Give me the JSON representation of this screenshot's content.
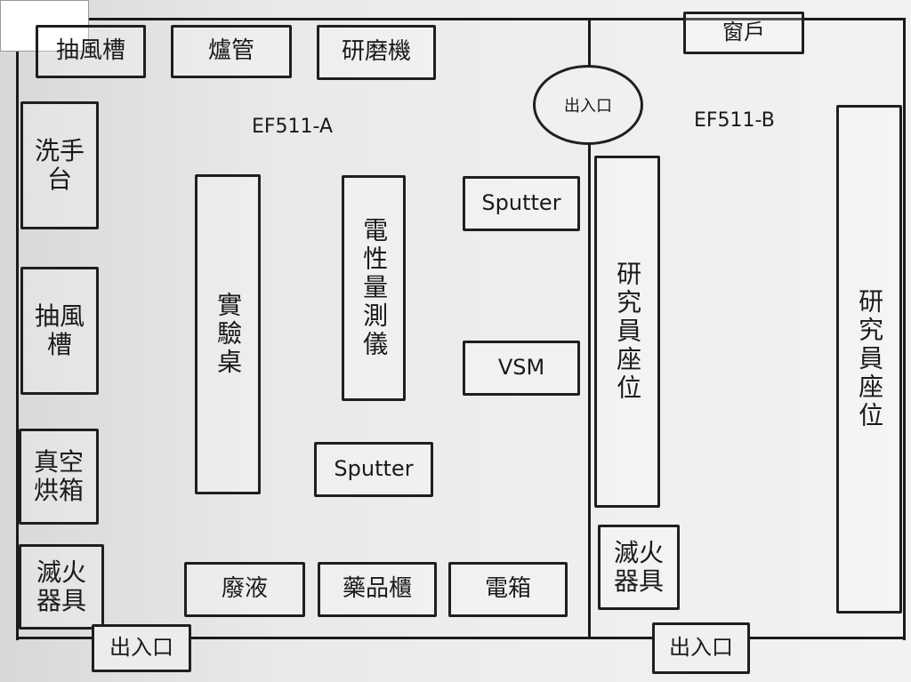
{
  "rooms": {
    "a": "EF511-A",
    "b": "EF511-B"
  },
  "labels": {
    "fume_hood_top": "抽風槽",
    "furnace_tube": "爐管",
    "grinder": "研磨機",
    "window": "窗戶",
    "entrance_middle": "出入口",
    "sink": "洗手台",
    "fume_hood_left": "抽風槽",
    "vacuum_oven": "真空烘箱",
    "extinguisher_a": "滅火器具",
    "lab_bench": "實驗桌",
    "electrical_meter": "電性量測儀",
    "sputter_top": "Sputter",
    "vsm": "VSM",
    "sputter_bottom": "Sputter",
    "waste_liquid": "廢液",
    "chemical_cabinet": "藥品櫃",
    "electrical_box": "電箱",
    "researcher_seat_1": "研究員座位",
    "researcher_seat_2": "研究員座位",
    "extinguisher_b": "滅火器具",
    "entrance_a": "出入口",
    "entrance_b": "出入口"
  }
}
